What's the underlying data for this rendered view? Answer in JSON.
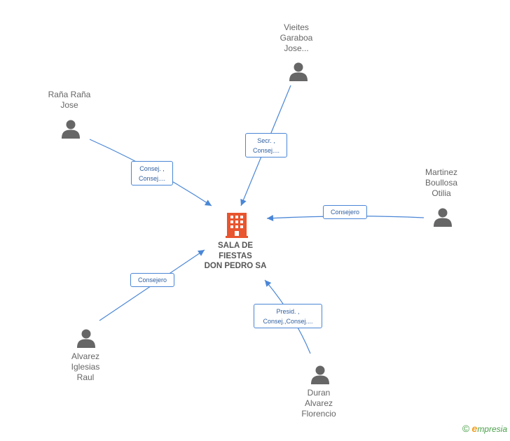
{
  "company": {
    "name_lines": [
      "SALA DE",
      "FIESTAS",
      "DON PEDRO SA"
    ],
    "icon": "building-icon",
    "color": "#e8552e"
  },
  "people": [
    {
      "id": "vieites",
      "lines": [
        "Vieites",
        "Garaboa",
        "Jose..."
      ],
      "icon": "person-icon"
    },
    {
      "id": "rana",
      "lines": [
        "Raña Raña",
        "Jose"
      ],
      "icon": "person-icon"
    },
    {
      "id": "martinez",
      "lines": [
        "Martinez",
        "Boullosa",
        "Otilia"
      ],
      "icon": "person-icon"
    },
    {
      "id": "alvarez",
      "lines": [
        "Alvarez",
        "Iglesias",
        "Raul"
      ],
      "icon": "person-icon"
    },
    {
      "id": "duran",
      "lines": [
        "Duran",
        "Alvarez",
        "Florencio"
      ],
      "icon": "person-icon"
    }
  ],
  "relations": [
    {
      "from": "vieites",
      "lines": [
        "Secr. ,",
        "Consej...."
      ]
    },
    {
      "from": "rana",
      "lines": [
        "Consej. ,",
        "Consej...."
      ]
    },
    {
      "from": "martinez",
      "lines": [
        "Consejero"
      ]
    },
    {
      "from": "alvarez",
      "lines": [
        "Consejero"
      ]
    },
    {
      "from": "duran",
      "lines": [
        "Presid. ,",
        "Consej.,Consej...."
      ]
    }
  ],
  "colors": {
    "edge": "#4a86d6",
    "person": "#666666"
  },
  "footer": {
    "copyright": "©",
    "brand_initial": "e",
    "brand_rest": "mpresia"
  }
}
